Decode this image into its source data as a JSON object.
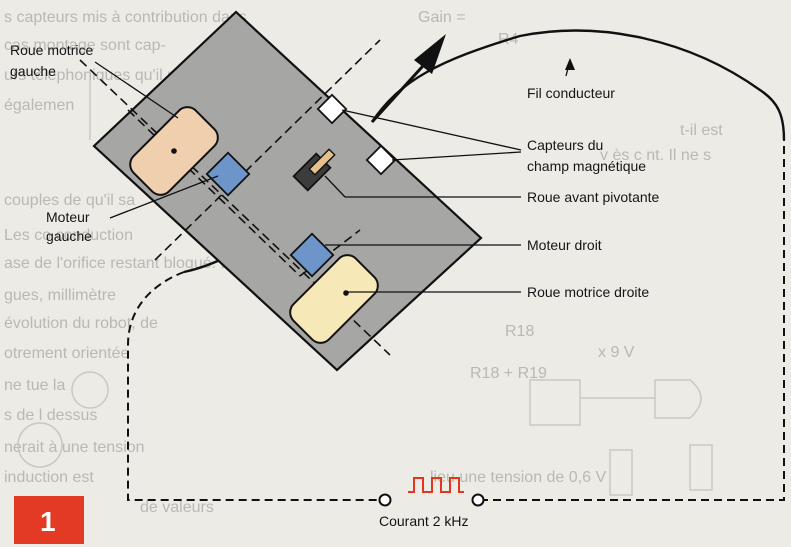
{
  "figure": {
    "number": "1",
    "labels": {
      "left_drive_wheel": [
        "Roue motrice",
        "gauche"
      ],
      "left_motor": [
        "Moteur",
        "gauche"
      ],
      "wire": "Fil conducteur",
      "sensors": [
        "Capteurs du",
        "champ magnétique"
      ],
      "front_wheel": "Roue avant pivotante",
      "right_motor": "Moteur droit",
      "right_drive_wheel": "Roue motrice droite",
      "current": "Courant 2 kHz"
    }
  },
  "background_text": {
    "lines": [
      "s capteurs mis à contribution dans",
      "cas      montage      sont    cap-",
      "urs téléphoniques    qu'il    nt",
      "égalemen                 ",
      "t-il  est",
      "v ès c                   nt. Il ne s",
      "couples de          qu'il sa",
      "Les  co                conduction",
      "ase de l'orifice      restant bloqué. En effet",
      "gues, millimètre         ",
      "évolution du robot, de",
      "otrement     orientée",
      "ne tue    la",
      "s     de l  dessus",
      "nerait à une tension",
      "induction est",
      "de valeurs",
      "lieu une tension de 0,6 V"
    ],
    "formula": [
      "Gain =",
      "R4",
      "R18",
      "x 9 V",
      "R18 + R19"
    ]
  },
  "colors": {
    "board": "#a6a6a4",
    "wheel_left": "#f0cfae",
    "wheel_right": "#f7e8b8",
    "motor": "#6e95c9",
    "signal": "#e2361e",
    "badge": "#e23a24"
  }
}
